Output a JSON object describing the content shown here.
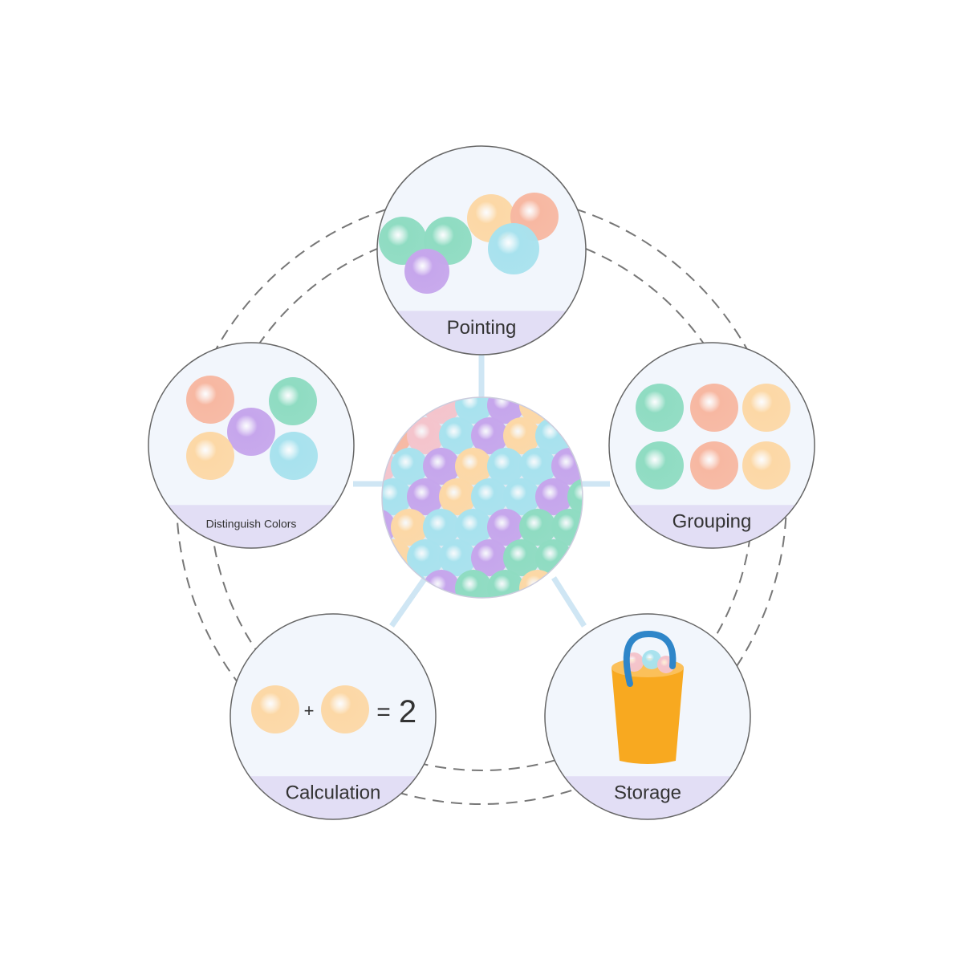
{
  "center": {
    "name": "ball-pit-center"
  },
  "nodes": [
    {
      "id": "pointing",
      "label": "Pointing"
    },
    {
      "id": "distinguish",
      "label": "Distinguish Colors"
    },
    {
      "id": "grouping",
      "label": "Grouping"
    },
    {
      "id": "calculation",
      "label": "Calculation",
      "equation": {
        "plus": "+",
        "equals": "=",
        "result": "2"
      }
    },
    {
      "id": "storage",
      "label": "Storage"
    }
  ],
  "colors": {
    "mint": "#8fdcc2",
    "peach": "#f7b8a2",
    "cream": "#fcd8a6",
    "purple": "#c6a6ec",
    "aqua": "#a8e2ee",
    "pink": "#f4c4cc",
    "band": "#e2def5",
    "bucket": "#f8a920",
    "handle": "#2f86c9"
  }
}
